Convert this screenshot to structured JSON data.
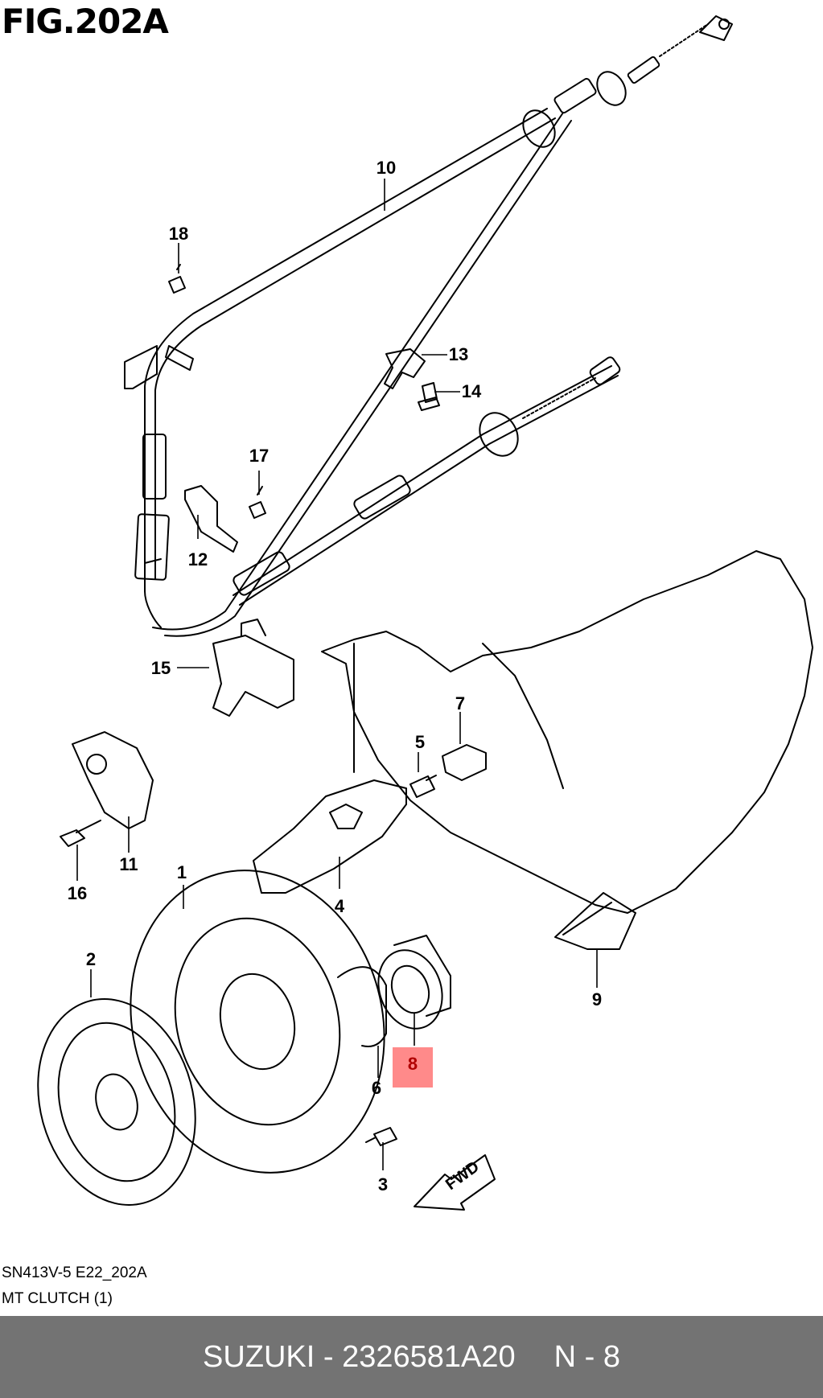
{
  "figure": {
    "title": "FIG.202A"
  },
  "callouts": [
    {
      "id": "c1",
      "label": "1"
    },
    {
      "id": "c2",
      "label": "2"
    },
    {
      "id": "c3",
      "label": "3"
    },
    {
      "id": "c4",
      "label": "4"
    },
    {
      "id": "c5",
      "label": "5"
    },
    {
      "id": "c6",
      "label": "6"
    },
    {
      "id": "c7",
      "label": "7"
    },
    {
      "id": "c8",
      "label": "8",
      "highlighted": true,
      "highlight_color": "#ff8a8a"
    },
    {
      "id": "c9",
      "label": "9"
    },
    {
      "id": "c10",
      "label": "10"
    },
    {
      "id": "c11",
      "label": "11"
    },
    {
      "id": "c12",
      "label": "12"
    },
    {
      "id": "c13",
      "label": "13"
    },
    {
      "id": "c14",
      "label": "14"
    },
    {
      "id": "c15",
      "label": "15"
    },
    {
      "id": "c16",
      "label": "16"
    },
    {
      "id": "c17",
      "label": "17"
    },
    {
      "id": "c18",
      "label": "18"
    }
  ],
  "fwd_label": "FWD",
  "meta": {
    "code": "SN413V-5 E22_202A",
    "group": "MT CLUTCH (1)"
  },
  "footer": {
    "brand_part": "SUZUKI - 2326581A20",
    "page": "N - 8"
  }
}
